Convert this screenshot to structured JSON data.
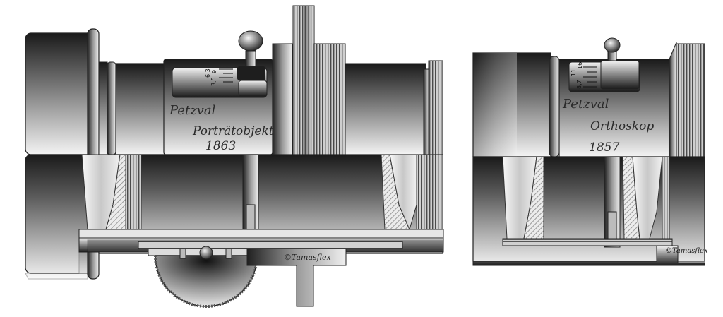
{
  "lenses": [
    {
      "id": "portraet",
      "name": "Petzval",
      "model": "Porträtobjektiv",
      "year": "1863",
      "apertures": [
        "6,3",
        "3,5",
        "9"
      ],
      "credit": "©Tamasflex"
    },
    {
      "id": "ortho",
      "name": "Petzval",
      "model": "Orthoskop",
      "year": "1857",
      "apertures": [
        "16",
        "11",
        "8,7"
      ],
      "credit": "©Tamasflex"
    }
  ],
  "colors": {
    "metal_dark": "#1e1e1e",
    "metal_mid": "#8a8a8a",
    "metal_light": "#f2f2f2",
    "glass": "#dcdcdc",
    "outline": "#222222"
  }
}
